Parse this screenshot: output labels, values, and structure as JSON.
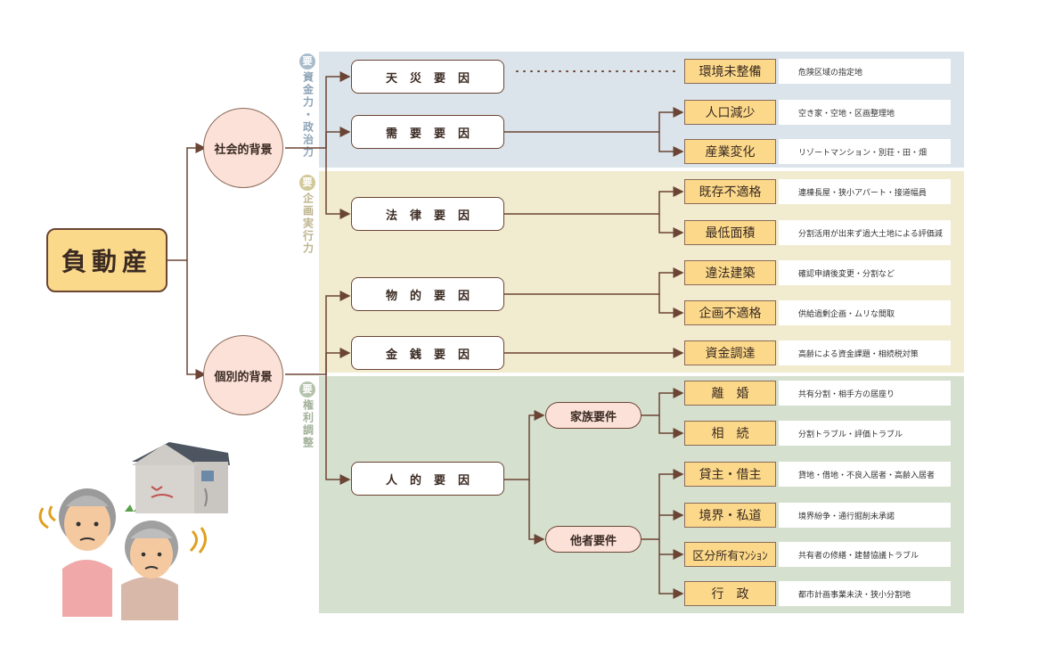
{
  "root": {
    "label": "負動産"
  },
  "branches": {
    "social": "社会的背景",
    "individual": "個別的背景"
  },
  "bands": {
    "blue": {
      "cap": "要",
      "text": "資金力・政治力"
    },
    "yellow": {
      "cap": "要",
      "text": "企画実行力"
    },
    "green": {
      "cap": "要",
      "text": "権利調整"
    }
  },
  "factors": [
    {
      "label": "天災要因"
    },
    {
      "label": "需要要因"
    },
    {
      "label": "法律要因"
    },
    {
      "label": "物的要因"
    },
    {
      "label": "金銭要因"
    },
    {
      "label": "人的要因"
    }
  ],
  "subgroups": {
    "family": "家族要件",
    "others": "他者要件"
  },
  "leaves": [
    {
      "label": "環境未整備",
      "desc": "危険区域の指定地"
    },
    {
      "label": "人口減少",
      "desc": "空き家・空地・区画整理地"
    },
    {
      "label": "産業変化",
      "desc": "リゾートマンション・別荘・田・畑"
    },
    {
      "label": "既存不適格",
      "desc": "連棟長屋・狭小アパート・接道幅員"
    },
    {
      "label": "最低面積",
      "desc": "分割活用が出来ず過大土地による評価減"
    },
    {
      "label": "違法建築",
      "desc": "確認申請後変更・分割など"
    },
    {
      "label": "企画不適格",
      "desc": "供給過剰企画・ムリな間取"
    },
    {
      "label": "資金調達",
      "desc": "高齢による資金課題・相続税対策"
    },
    {
      "label": "離　婚",
      "desc": "共有分割・相手方の居座り"
    },
    {
      "label": "相　続",
      "desc": "分割トラブル・評価トラブル"
    },
    {
      "label": "貸主・借主",
      "desc": "貸地・借地・不良入居者・高齢入居者"
    },
    {
      "label": "境界・私道",
      "desc": "境界紛争・通行掘削未承諾"
    },
    {
      "label": "区分所有ﾏﾝｼｮﾝ",
      "desc": "共有者の修繕・建替協議トラブル"
    },
    {
      "label": "行　政",
      "desc": "都市計画事業未決・狭小分割地"
    }
  ],
  "colors": {
    "line": "#6b4434",
    "root_fill": "#fbd98a",
    "circle_fill": "#fbe1d7",
    "leaf_fill": "#fcd98a",
    "band_blue": "#dbe4ea",
    "band_yellow": "#f1ebcf",
    "band_green": "#d6e0cf"
  }
}
